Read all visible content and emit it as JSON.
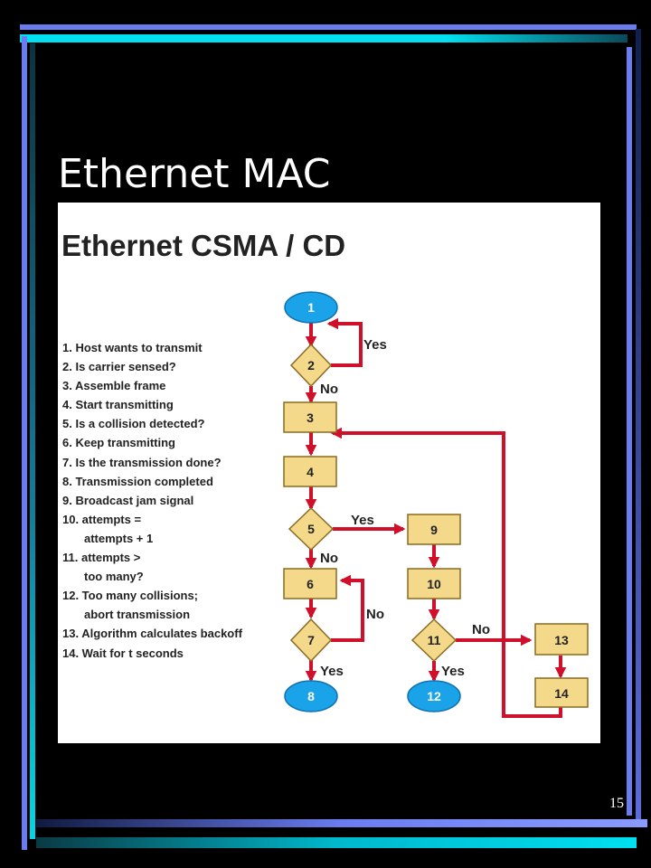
{
  "slide": {
    "title": "Ethernet MAC",
    "page_number": "15"
  },
  "figure": {
    "title": "Ethernet CSMA / CD",
    "steps": [
      {
        "line1": "1. Host wants to transmit"
      },
      {
        "line1": "2. Is carrier sensed?"
      },
      {
        "line1": "3. Assemble frame"
      },
      {
        "line1": "4. Start transmitting"
      },
      {
        "line1": "5. Is a collision detected?"
      },
      {
        "line1": "6. Keep transmitting"
      },
      {
        "line1": "7. Is the transmission done?"
      },
      {
        "line1": "8. Transmission completed"
      },
      {
        "line1": "9. Broadcast jam signal"
      },
      {
        "line1": "10. attempts =",
        "line2": "attempts + 1"
      },
      {
        "line1": "11. attempts >",
        "line2": "too many?"
      },
      {
        "line1": "12. Too many collisions;",
        "line2": "abort transmission"
      },
      {
        "line1": "13. Algorithm calculates backoff"
      },
      {
        "line1": "14. Wait for t seconds"
      }
    ],
    "nodes": {
      "n1": "1",
      "n2": "2",
      "n3": "3",
      "n4": "4",
      "n5": "5",
      "n6": "6",
      "n7": "7",
      "n8": "8",
      "n9": "9",
      "n10": "10",
      "n11": "11",
      "n12": "12",
      "n13": "13",
      "n14": "14"
    },
    "labels": {
      "yes_2": "Yes",
      "no_2": "No",
      "yes_5": "Yes",
      "no_5": "No",
      "no_7": "No",
      "yes_7": "Yes",
      "no_11": "No",
      "yes_11": "Yes"
    },
    "colors": {
      "arrow": "#d0102a",
      "box_fill": "#f4d98a",
      "terminal_fill": "#1aa3e8",
      "accent_bar": "#00d8e8",
      "frame_bar": "#6a7cf0"
    }
  }
}
